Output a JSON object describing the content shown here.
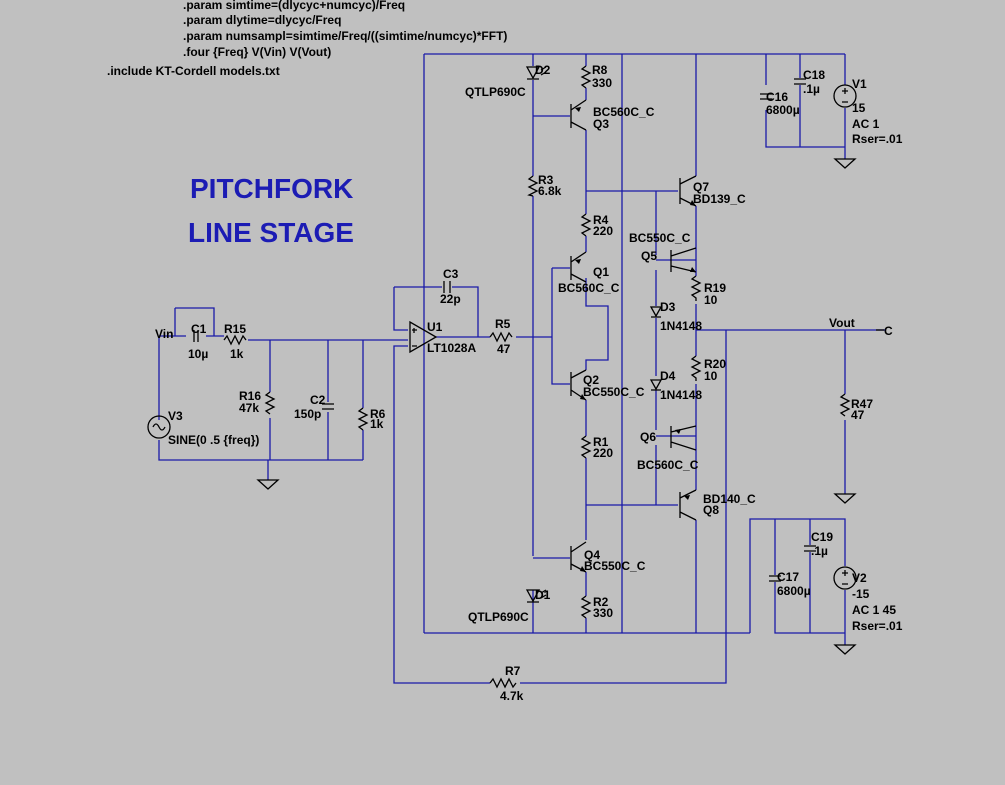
{
  "directives": [
    ".param simtime=(dlycyc+numcyc)/Freq",
    ".param dlytime=dlycyc/Freq",
    ".param numsampl=simtime/Freq/((simtime/numcyc)*FFT)",
    ".four {Freq} V(Vin) V(Vout)",
    ".include KT-Cordell models.txt"
  ],
  "title": [
    "PITCHFORK",
    "LINE STAGE"
  ],
  "colors": {
    "background": "#c0c0c0",
    "wire": "#1a1aa8",
    "title": "#1c1cb4",
    "component": "#000000"
  },
  "nets": {
    "vin": "Vin",
    "vout": "Vout",
    "vout_flag": "C"
  },
  "components": {
    "D2": {
      "name": "D2",
      "value": "QTLP690C"
    },
    "D1": {
      "name": "D1",
      "value": "QTLP690C"
    },
    "R8": {
      "name": "R8",
      "value": "330"
    },
    "R2": {
      "name": "R2",
      "value": "330"
    },
    "R3": {
      "name": "R3",
      "value": "6.8k"
    },
    "R4": {
      "name": "R4",
      "value": "220"
    },
    "R1": {
      "name": "R1",
      "value": "220"
    },
    "R19": {
      "name": "R19",
      "value": "10"
    },
    "R20": {
      "name": "R20",
      "value": "10"
    },
    "R47": {
      "name": "R47",
      "value": "47"
    },
    "R5": {
      "name": "R5",
      "value": "47"
    },
    "R7": {
      "name": "R7",
      "value": "4.7k"
    },
    "R15": {
      "name": "R15",
      "value": "1k"
    },
    "R16": {
      "name": "R16",
      "value": "47k"
    },
    "R6": {
      "name": "R6",
      "value": "1k"
    },
    "C1": {
      "name": "C1",
      "value": "10µ"
    },
    "C2": {
      "name": "C2",
      "value": "150p"
    },
    "C3": {
      "name": "C3",
      "value": "22p"
    },
    "C16": {
      "name": "C16",
      "value": "6800µ"
    },
    "C17": {
      "name": "C17",
      "value": "6800µ"
    },
    "C18": {
      "name": "C18",
      "value": ".1µ"
    },
    "C19": {
      "name": "C19",
      "value": ".1µ"
    },
    "Q3": {
      "name": "Q3",
      "value": "BC560C_C"
    },
    "Q1": {
      "name": "Q1",
      "value": "BC560C_C"
    },
    "Q2": {
      "name": "Q2",
      "value": "BC550C_C"
    },
    "Q4": {
      "name": "Q4",
      "value": "BC550C_C"
    },
    "Q5": {
      "name": "Q5",
      "value": "BC550C_C"
    },
    "Q6": {
      "name": "Q6",
      "value": "BC560C_C"
    },
    "Q7": {
      "name": "Q7",
      "value": "BD139_C"
    },
    "Q8": {
      "name": "Q8",
      "value": "BD140_C"
    },
    "D3": {
      "name": "D3",
      "value": "1N4148"
    },
    "D4": {
      "name": "D4",
      "value": "1N4148"
    },
    "U1": {
      "name": "U1",
      "value": "LT1028A"
    },
    "V1": {
      "name": "V1",
      "value": "15",
      "ac": "AC 1",
      "rser": "Rser=.01"
    },
    "V2": {
      "name": "V2",
      "value": "-15",
      "ac": "AC 1 45",
      "rser": "Rser=.01"
    },
    "V3": {
      "name": "V3",
      "value": "SINE(0 .5 {freq})"
    }
  }
}
